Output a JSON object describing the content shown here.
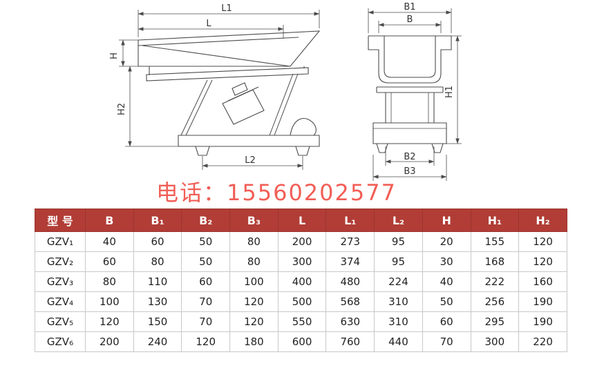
{
  "colors": {
    "table_header_bg": "#b13d36",
    "table_header_text": "#ffffff",
    "watermark_red": "#f0483f",
    "line_color": "#4b4b4b"
  },
  "watermark": {
    "text": "电话：15560202577"
  },
  "diagram": {
    "labels": {
      "L1": "L1",
      "L": "L",
      "H": "H",
      "H2": "H2",
      "L2": "L2",
      "B1": "B1",
      "B": "B",
      "H1": "H1",
      "B2": "B2",
      "B3": "B3"
    }
  },
  "table": {
    "headers": [
      "型 号",
      "B",
      "B₁",
      "B₂",
      "B₃",
      "L",
      "L₁",
      "L₂",
      "H",
      "H₁",
      "H₂"
    ],
    "rows": [
      [
        "GZV₁",
        "40",
        "60",
        "50",
        "80",
        "200",
        "273",
        "95",
        "20",
        "155",
        "120"
      ],
      [
        "GZV₂",
        "60",
        "80",
        "50",
        "80",
        "300",
        "374",
        "95",
        "30",
        "168",
        "120"
      ],
      [
        "GZV₃",
        "80",
        "110",
        "60",
        "100",
        "400",
        "480",
        "224",
        "40",
        "222",
        "160"
      ],
      [
        "GZV₄",
        "100",
        "130",
        "70",
        "120",
        "500",
        "568",
        "310",
        "50",
        "256",
        "190"
      ],
      [
        "GZV₅",
        "120",
        "150",
        "70",
        "120",
        "550",
        "630",
        "310",
        "60",
        "295",
        "190"
      ],
      [
        "GZV₆",
        "200",
        "240",
        "120",
        "180",
        "600",
        "760",
        "440",
        "70",
        "300",
        "220"
      ]
    ]
  }
}
